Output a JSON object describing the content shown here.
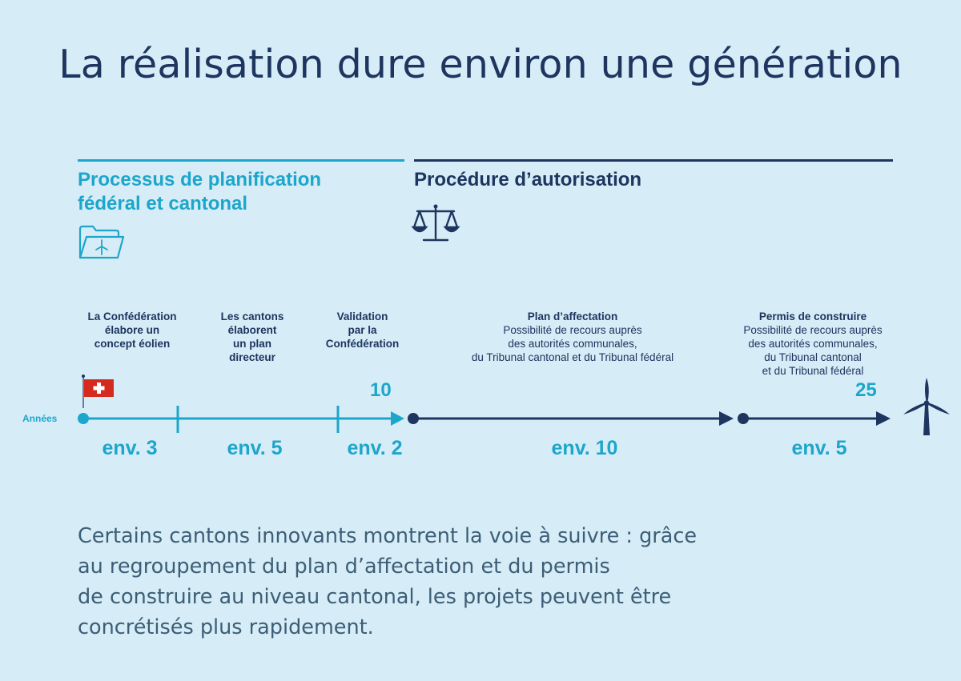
{
  "title": "La réalisation dure environ une génération",
  "phases": {
    "planning": {
      "title_line1": "Processus de planification",
      "title_line2": "fédéral et cantonal",
      "icon": "folder-wind-turbine-icon",
      "color": "#1da6cc"
    },
    "authorization": {
      "title": "Procédure d’autorisation",
      "icon": "scales-icon",
      "color": "#1e3560"
    }
  },
  "steps": [
    {
      "lines": [
        "La Confédération",
        "élabore un",
        "concept éolien"
      ]
    },
    {
      "lines": [
        "Les cantons",
        "élaborent",
        "un plan",
        "directeur"
      ]
    },
    {
      "lines": [
        "Validation",
        "par la",
        "Confédération"
      ]
    },
    {
      "heading": "Plan d’affectation",
      "lines": [
        "Possibilité de recours auprès",
        "des autorités communales,",
        "du Tribunal cantonal et du Tribunal fédéral"
      ]
    },
    {
      "heading": "Permis de construire",
      "lines": [
        "Possibilité de recours auprès",
        "des autorités communales,",
        "du Tribunal cantonal",
        "et du Tribunal fédéral"
      ]
    }
  ],
  "timeline": {
    "axis_label": "Années",
    "milestones": [
      "10",
      "25"
    ],
    "durations": [
      "env. 3",
      "env. 5",
      "env. 2",
      "env. 10",
      "env. 5"
    ],
    "start_icon": "swiss-flag-icon",
    "end_icon": "wind-turbine-icon"
  },
  "footnote": {
    "lines": [
      "Certains cantons innovants montrent la voie à suivre : grâce",
      "au regroupement du plan d’affectation et du permis",
      "de construire au niveau cantonal, les projets peuvent être",
      "concrétisés plus rapidement."
    ]
  }
}
